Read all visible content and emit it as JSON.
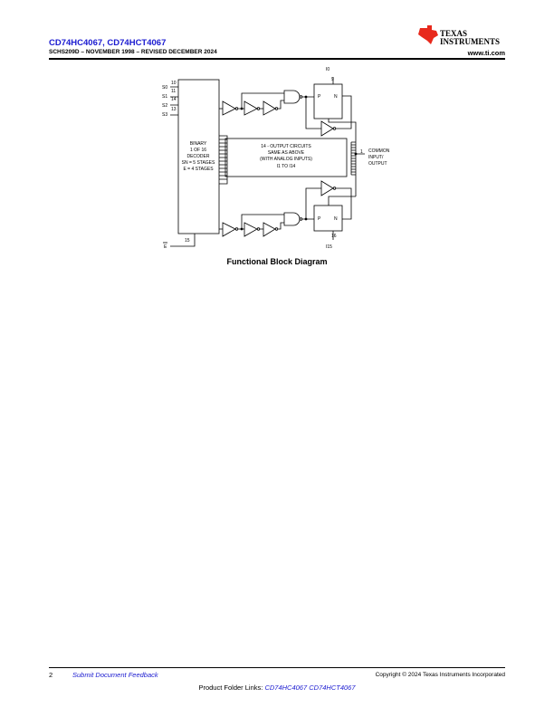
{
  "header": {
    "title": "CD74HC4067, CD74HCT4067",
    "doc_id": "SCHS209D – NOVEMBER 1998 – REVISED DECEMBER 2024",
    "website": "www.ti.com",
    "logo_text": [
      "Texas",
      "Instruments"
    ]
  },
  "diagram": {
    "caption": "Functional Block Diagram",
    "select_labels": [
      "S0",
      "S1",
      "S2",
      "S3"
    ],
    "select_pins": [
      "10",
      "11",
      "14",
      "13"
    ],
    "enable_label": "E",
    "enable_pin": "15",
    "decoder_lines": [
      "BINARY",
      "1 OF 16",
      "DECODER",
      "SN = 5 STAGES",
      "E = 4 STAGES"
    ],
    "middle_lines": [
      "14 - OUTPUT CIRCUITS",
      "SAME AS ABOVE",
      "(WITH ANALOG INPUTS)",
      "I1 TO I14"
    ],
    "switch_labels": {
      "p": "P",
      "n": "N"
    },
    "top_channel": {
      "label": "I0",
      "pin": "9"
    },
    "bottom_channel": {
      "label": "I15",
      "pin": "16"
    },
    "common": {
      "pin": "1",
      "label_lines": [
        "COMMON",
        "INPUT/",
        "OUTPUT"
      ]
    }
  },
  "footer": {
    "page": "2",
    "feedback": "Submit Document Feedback",
    "copyright": "Copyright © 2024 Texas Instruments Incorporated",
    "product_links_label": "Product Folder Links:",
    "links": [
      "CD74HC4067",
      "CD74HCT4067"
    ]
  }
}
